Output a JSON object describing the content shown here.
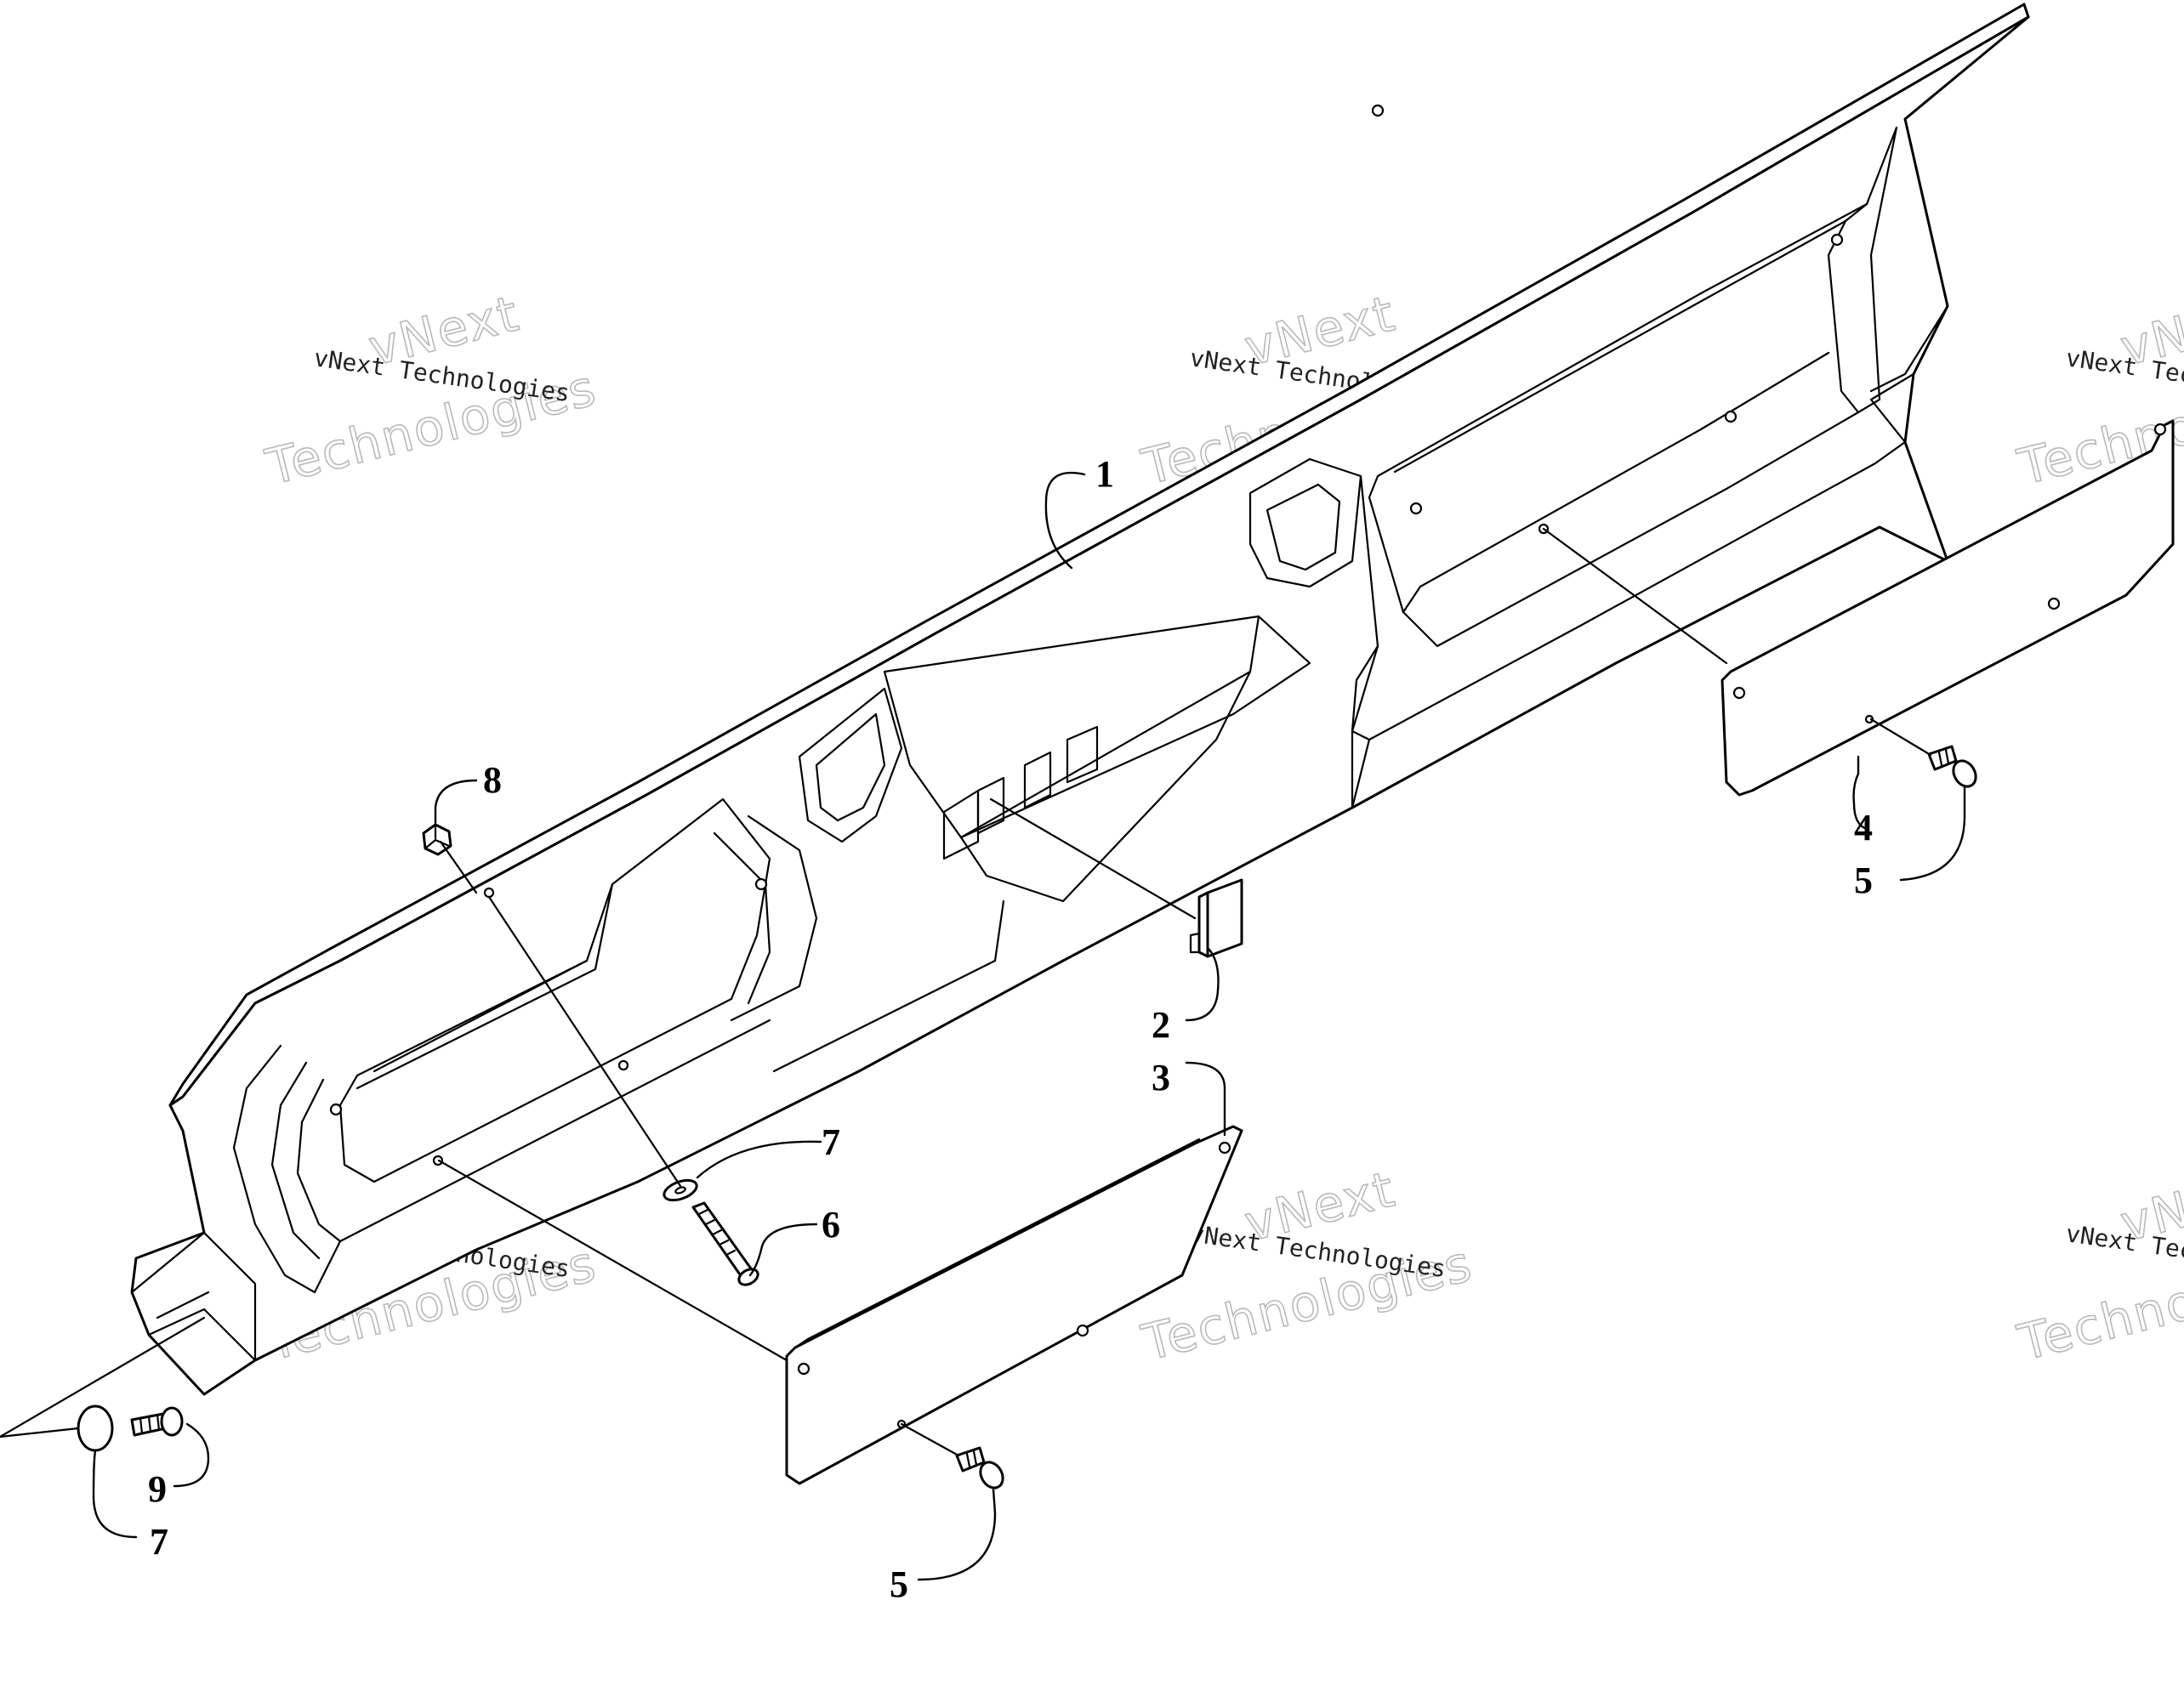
{
  "diagram": {
    "callouts": [
      {
        "id": "c1",
        "label": "1"
      },
      {
        "id": "c2",
        "label": "2"
      },
      {
        "id": "c3",
        "label": "3"
      },
      {
        "id": "c4",
        "label": "4"
      },
      {
        "id": "c5a",
        "label": "5"
      },
      {
        "id": "c5b",
        "label": "5"
      },
      {
        "id": "c6",
        "label": "6"
      },
      {
        "id": "c7a",
        "label": "7"
      },
      {
        "id": "c7b",
        "label": "7"
      },
      {
        "id": "c8",
        "label": "8"
      },
      {
        "id": "c9",
        "label": "9"
      }
    ],
    "watermark": {
      "company": "vNext Technologies",
      "line1": "vNext",
      "line2": "Technologies"
    }
  }
}
